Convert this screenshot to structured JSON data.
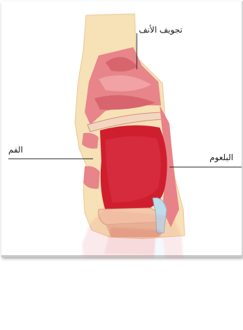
{
  "labels": {
    "nasal_cavity": "تجويف الأنف",
    "mouth": "الفم",
    "pharynx": "البلعوم"
  }
}
